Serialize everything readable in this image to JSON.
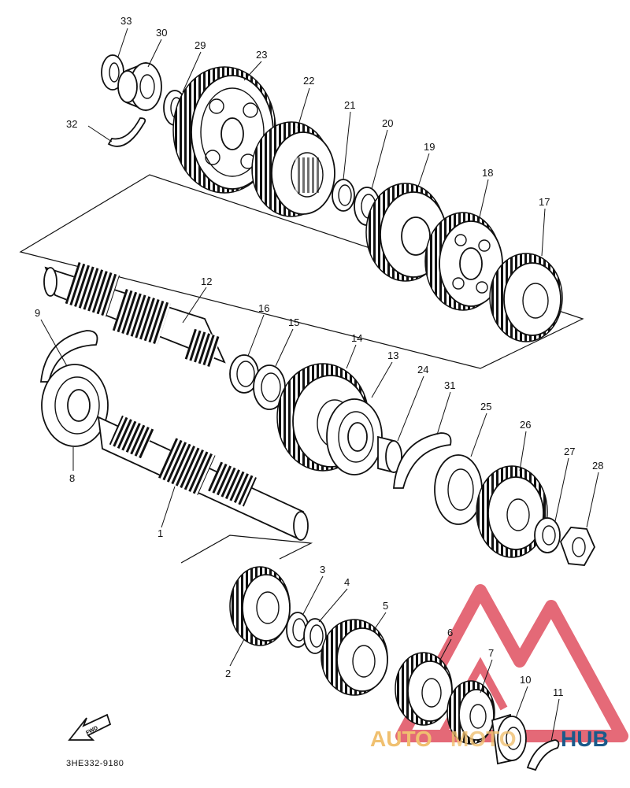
{
  "diagram_code": "3HE332-9180",
  "fwd_label": "FWD",
  "watermark": {
    "left": "AUTO",
    "middle": "MOTO",
    "right": "HUB",
    "color_left": "#f0c070",
    "color_right": "#1a5a8a",
    "logo_color": "#e05060"
  },
  "parts": [
    {
      "id": "1"
    },
    {
      "id": "2"
    },
    {
      "id": "3"
    },
    {
      "id": "4"
    },
    {
      "id": "5"
    },
    {
      "id": "6"
    },
    {
      "id": "7"
    },
    {
      "id": "8"
    },
    {
      "id": "9"
    },
    {
      "id": "10"
    },
    {
      "id": "11"
    },
    {
      "id": "12"
    },
    {
      "id": "13"
    },
    {
      "id": "14"
    },
    {
      "id": "15"
    },
    {
      "id": "16"
    },
    {
      "id": "17"
    },
    {
      "id": "18"
    },
    {
      "id": "19"
    },
    {
      "id": "20"
    },
    {
      "id": "21"
    },
    {
      "id": "22"
    },
    {
      "id": "23"
    },
    {
      "id": "24"
    },
    {
      "id": "25"
    },
    {
      "id": "26"
    },
    {
      "id": "27"
    },
    {
      "id": "28"
    },
    {
      "id": "29"
    },
    {
      "id": "30"
    },
    {
      "id": "31"
    },
    {
      "id": "32"
    },
    {
      "id": "33"
    }
  ]
}
